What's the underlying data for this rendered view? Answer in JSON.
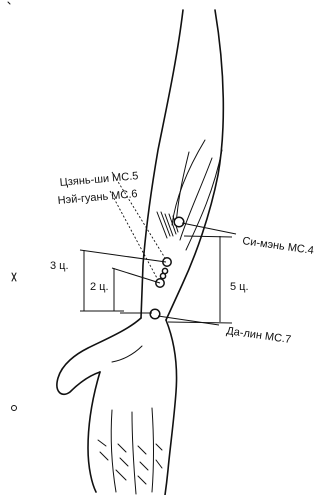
{
  "points": {
    "ms5": "Цзянь-ши MC.5",
    "ms6": "Нэй-гуань MC.6",
    "ms4": "Си-мэнь MC.4",
    "ms7": "Да-лин MC.7"
  },
  "dimensions": {
    "d3": "3 ц.",
    "d2": "2 ц.",
    "d5": "5 ц."
  }
}
